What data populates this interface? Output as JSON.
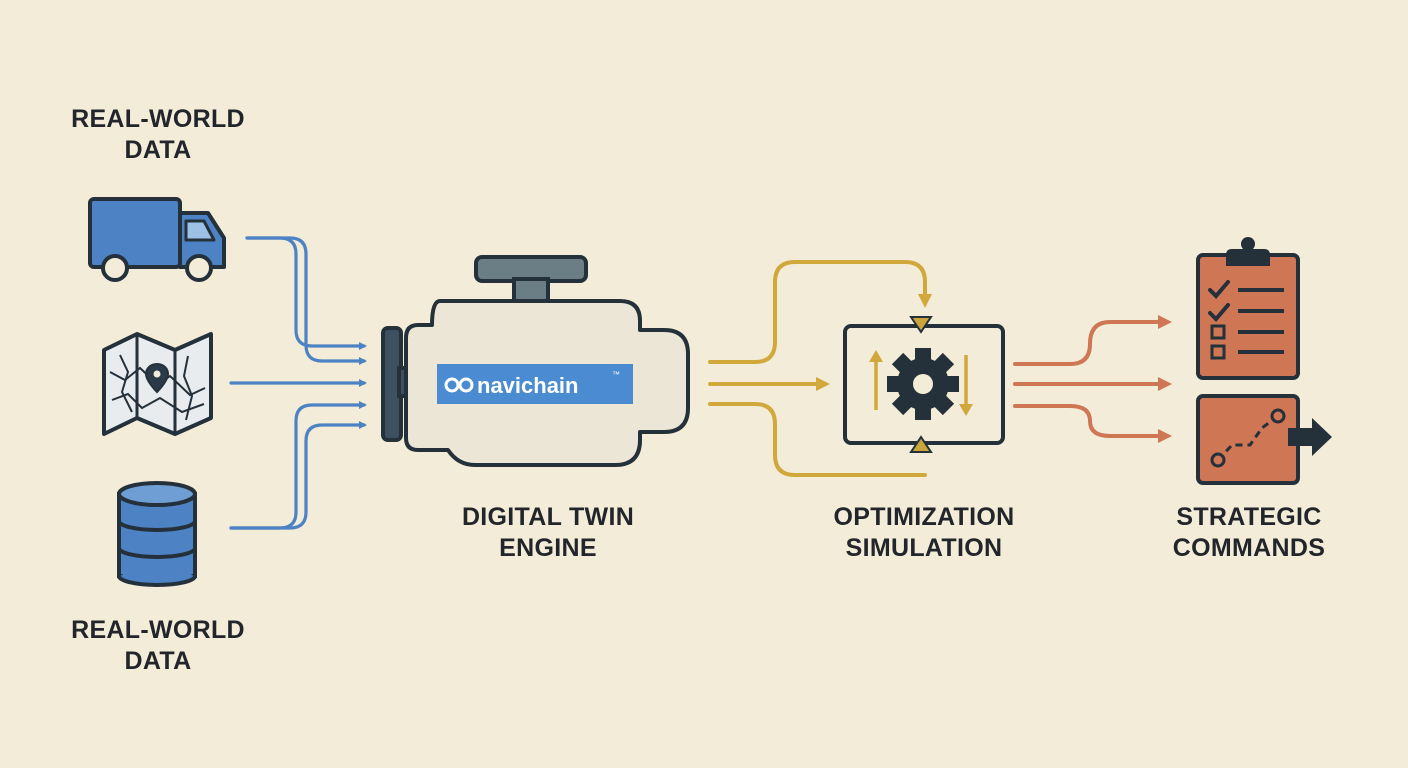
{
  "inputs": {
    "top_label": [
      "REAL-WORLD",
      "DATA"
    ],
    "bottom_label": [
      "REAL-WORLD",
      "DATA"
    ],
    "icons": [
      "truck-icon",
      "map-icon",
      "database-icon"
    ]
  },
  "engine": {
    "brand": "navichain",
    "trademark": "™",
    "label": [
      "DIGITAL TWIN",
      "ENGINE"
    ]
  },
  "optimization": {
    "label": [
      "OPTIMIZATION",
      "SIMULATION"
    ],
    "icon": "gear-icon"
  },
  "outputs": {
    "label": [
      "STRATEGIC",
      "COMMANDS"
    ],
    "icons": [
      "checklist-clipboard-icon",
      "route-map-icon"
    ]
  },
  "colors": {
    "background": "#f3ecd8",
    "input_blue": "#4d83c4",
    "optimization_gold": "#d1a83c",
    "output_orange": "#cf7654",
    "outline": "#24303a",
    "engine_fill": "#ece6d6",
    "brand_blue": "#4a8bd1"
  }
}
